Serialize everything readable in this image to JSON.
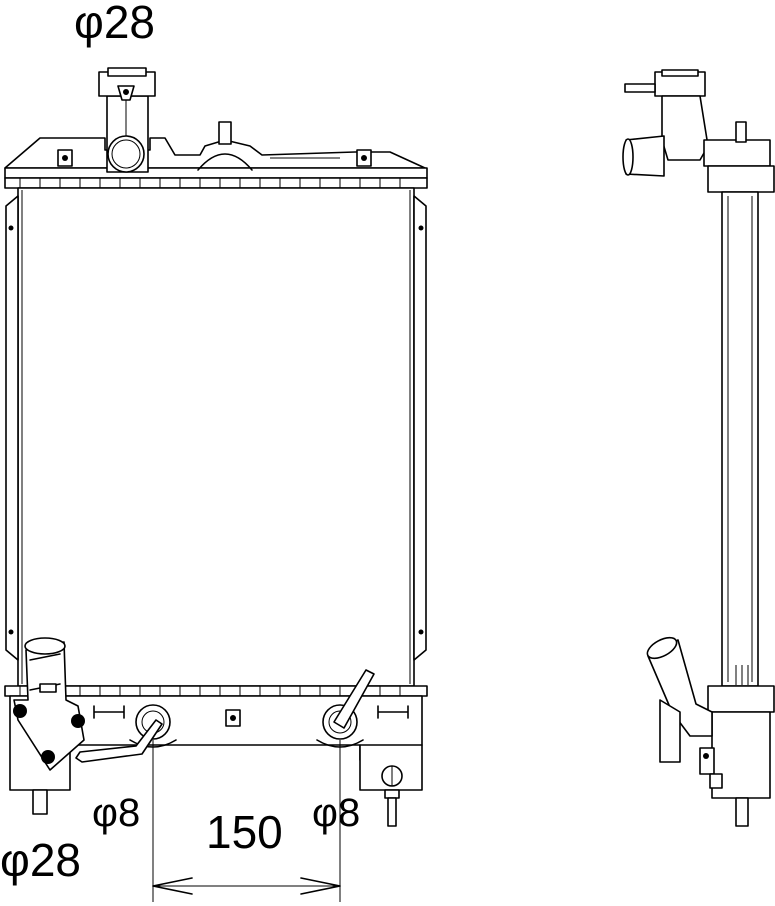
{
  "dimensions": {
    "top_inlet_diameter": "φ28",
    "bottom_outlet_diameter": "φ28",
    "left_pipe_diameter": "φ8",
    "right_pipe_diameter": "φ8",
    "pipe_spacing": "150"
  }
}
